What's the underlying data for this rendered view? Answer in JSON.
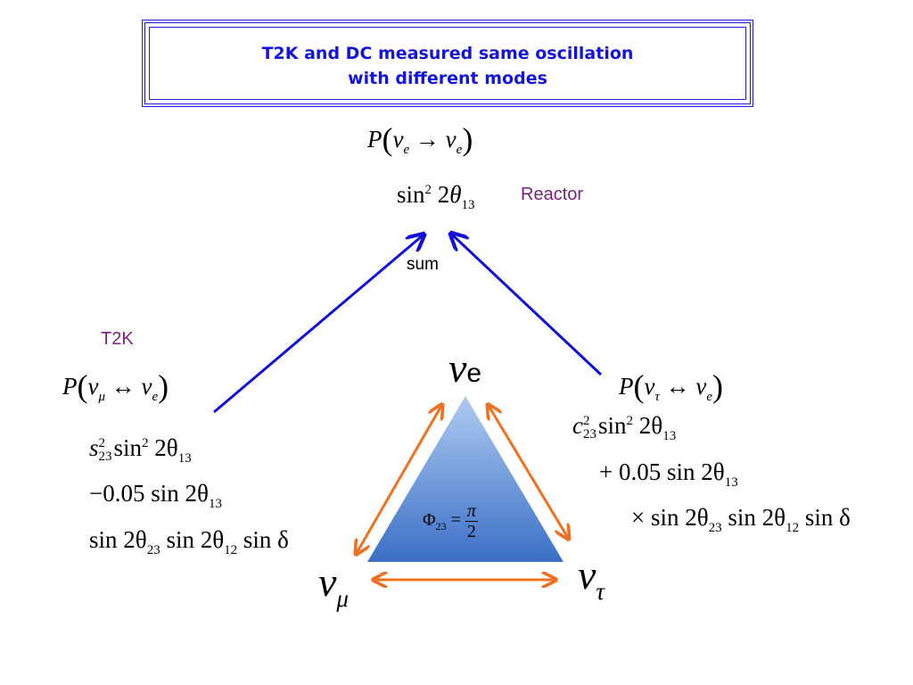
{
  "title": {
    "line1": "T2K and DC measured same oscillation",
    "line2": "with different modes"
  },
  "top": {
    "prob_p": "P",
    "prob_nu": "ν",
    "prob_sub1": "e",
    "prob_arrow": "→",
    "prob_sub2": "e",
    "sin": "sin",
    "sin_sup": "2",
    "two": "2",
    "theta": "θ",
    "theta_sub": "13",
    "reactor_label": "Reactor",
    "sum_label": "sum"
  },
  "left": {
    "t2k_label": "T2K",
    "prob_p": "P",
    "prob_nu1": "ν",
    "prob_sub1": "μ",
    "prob_arrow": "↔",
    "prob_nu2": "ν",
    "prob_sub2": "e",
    "line1_s": "s",
    "line1_s_sup": "2",
    "line1_s_sub": "23",
    "line1_sin": "sin",
    "line1_sin_sup": "2",
    "line1_rest": "2θ",
    "line1_sub": "13",
    "line2_coef": "−0.05",
    "line2_sin": "sin 2θ",
    "line2_sub": "13",
    "line3_a": "sin 2θ",
    "line3_a_sub": "23",
    "line3_b": "sin 2θ",
    "line3_b_sub": "12",
    "line3_c": "sin δ"
  },
  "right": {
    "prob_p": "P",
    "prob_nu1": "ν",
    "prob_sub1": "τ",
    "prob_arrow": "↔",
    "prob_nu2": "ν",
    "prob_sub2": "e",
    "line1_c": "c",
    "line1_c_sup": "2",
    "line1_c_sub": "23",
    "line1_sin": "sin",
    "line1_sin_sup": "2",
    "line1_rest": "2θ",
    "line1_sub": "13",
    "line2_coef": "+ 0.05",
    "line2_sin": "sin 2θ",
    "line2_sub": "13",
    "line3_a": "× sin 2θ",
    "line3_a_sub": "23",
    "line3_b": "sin 2θ",
    "line3_b_sub": "12",
    "line3_c": "sin δ"
  },
  "triangle": {
    "top_nu": "ν",
    "top_sub": "e",
    "left_nu": "ν",
    "left_sub": "μ",
    "right_nu": "ν",
    "right_sub": "τ",
    "phi": "Φ",
    "phi_sub": "23",
    "eq": "=",
    "frac_num": "π",
    "frac_den": "2"
  },
  "colors": {
    "title_text": "#1414e0",
    "title_border": "#1e22d8",
    "blue_arrow": "#1010d8",
    "orange_arrow": "#f07020",
    "reactor_text": "#7a1f7a",
    "triangle_top": "#a9c8f0",
    "triangle_bottom": "#3a6fc4"
  }
}
